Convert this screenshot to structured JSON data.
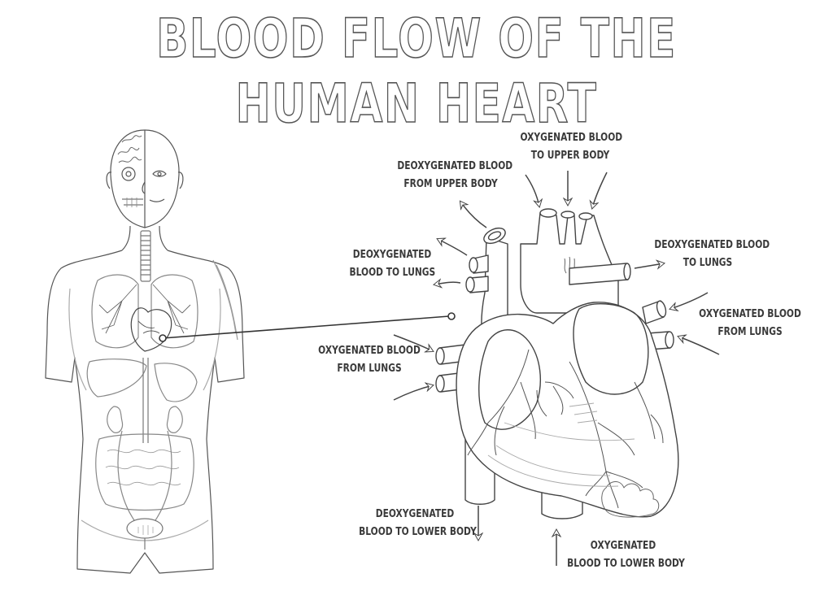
{
  "title": "BLOOD FLOW OF THE HUMAN HEART",
  "colors": {
    "background": "#ffffff",
    "line": "#555555",
    "text": "#3a3a3a",
    "light_line": "#aaaaaa"
  },
  "figures": {
    "body": "human-torso-anatomy",
    "heart": "human-heart-anatomy",
    "connector": "zoom-callout-line"
  },
  "labels": [
    {
      "id": "oxy-upper",
      "line1": "OXYGENATED BLOOD",
      "line2": "TO UPPER BODY"
    },
    {
      "id": "deoxy-from-upper",
      "line1": "DEOXYGENATED BLOOD",
      "line2": "FROM UPPER BODY"
    },
    {
      "id": "deoxy-lungs-left",
      "line1": "DEOXYGENATED",
      "line2": "BLOOD TO LUNGS"
    },
    {
      "id": "deoxy-lungs-right",
      "line1": "DEOXYGENATED BLOOD",
      "line2": "TO LUNGS"
    },
    {
      "id": "oxy-from-lungs-right",
      "line1": "OXYGENATED BLOOD",
      "line2": "FROM LUNGS"
    },
    {
      "id": "oxy-from-lungs-left",
      "line1": "OXYGENATED BLOOD",
      "line2": "FROM LUNGS"
    },
    {
      "id": "deoxy-lower",
      "line1": "DEOXYGENATED",
      "line2": "BLOOD TO LOWER BODY"
    },
    {
      "id": "oxy-lower",
      "line1": "OXYGENATED",
      "line2": "BLOOD TO LOWER BODY"
    }
  ]
}
